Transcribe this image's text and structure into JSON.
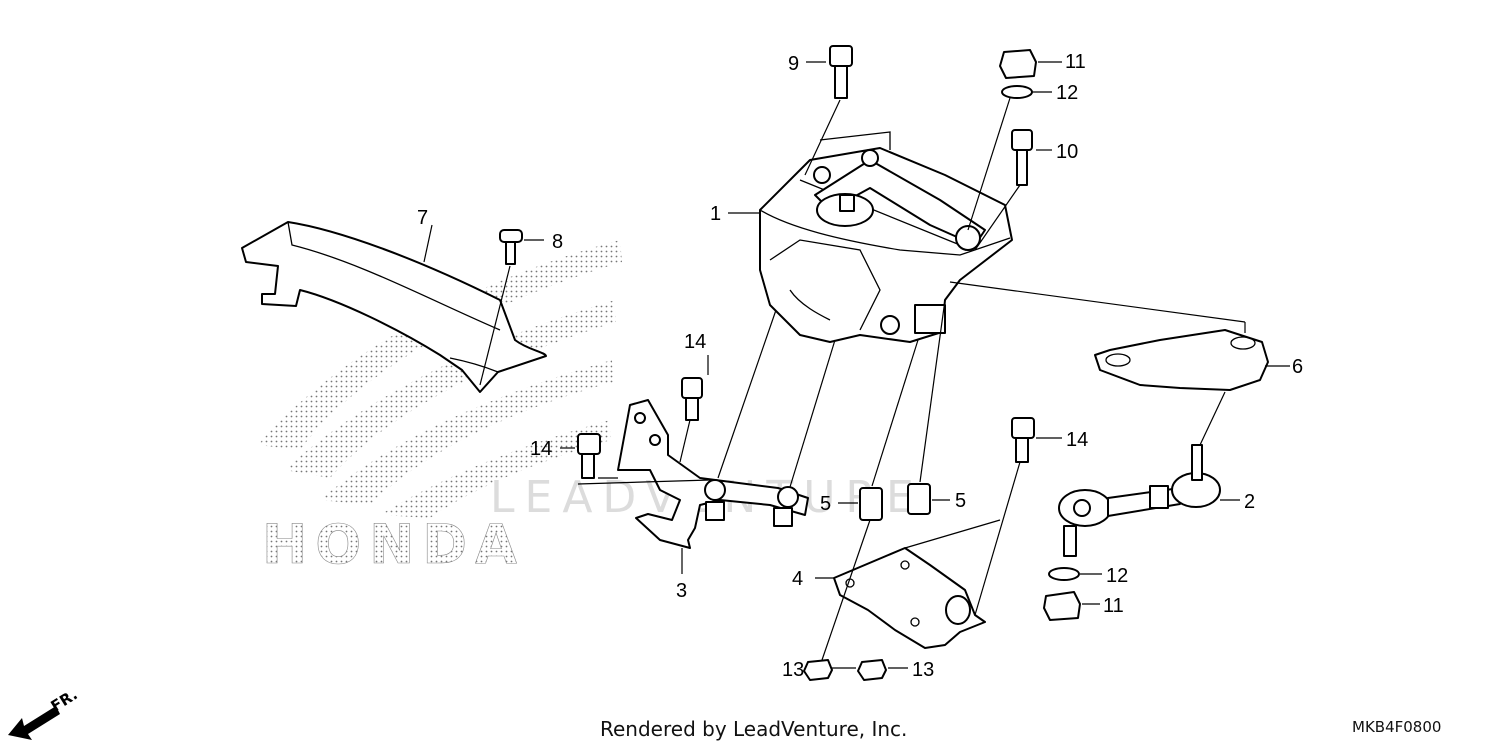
{
  "diagram": {
    "brand_logo_text": "HONDA",
    "watermark_text": "LEADVENTURE",
    "front_indicator": "FR.",
    "callouts": [
      {
        "id": "c1",
        "text": "1"
      },
      {
        "id": "c2",
        "text": "2"
      },
      {
        "id": "c3",
        "text": "3"
      },
      {
        "id": "c4",
        "text": "4"
      },
      {
        "id": "c5a",
        "text": "5"
      },
      {
        "id": "c5b",
        "text": "5"
      },
      {
        "id": "c6",
        "text": "6"
      },
      {
        "id": "c7",
        "text": "7"
      },
      {
        "id": "c8",
        "text": "8"
      },
      {
        "id": "c9",
        "text": "9"
      },
      {
        "id": "c10",
        "text": "10"
      },
      {
        "id": "c11a",
        "text": "11"
      },
      {
        "id": "c11b",
        "text": "11"
      },
      {
        "id": "c12a",
        "text": "12"
      },
      {
        "id": "c12b",
        "text": "12"
      },
      {
        "id": "c13a",
        "text": "13"
      },
      {
        "id": "c13b",
        "text": "13"
      },
      {
        "id": "c14a",
        "text": "14"
      },
      {
        "id": "c14b",
        "text": "14"
      },
      {
        "id": "c14c",
        "text": "14"
      }
    ]
  },
  "footer": {
    "credit": "Rendered by LeadVenture, Inc.",
    "diagram_code": "MKB4F0800"
  }
}
